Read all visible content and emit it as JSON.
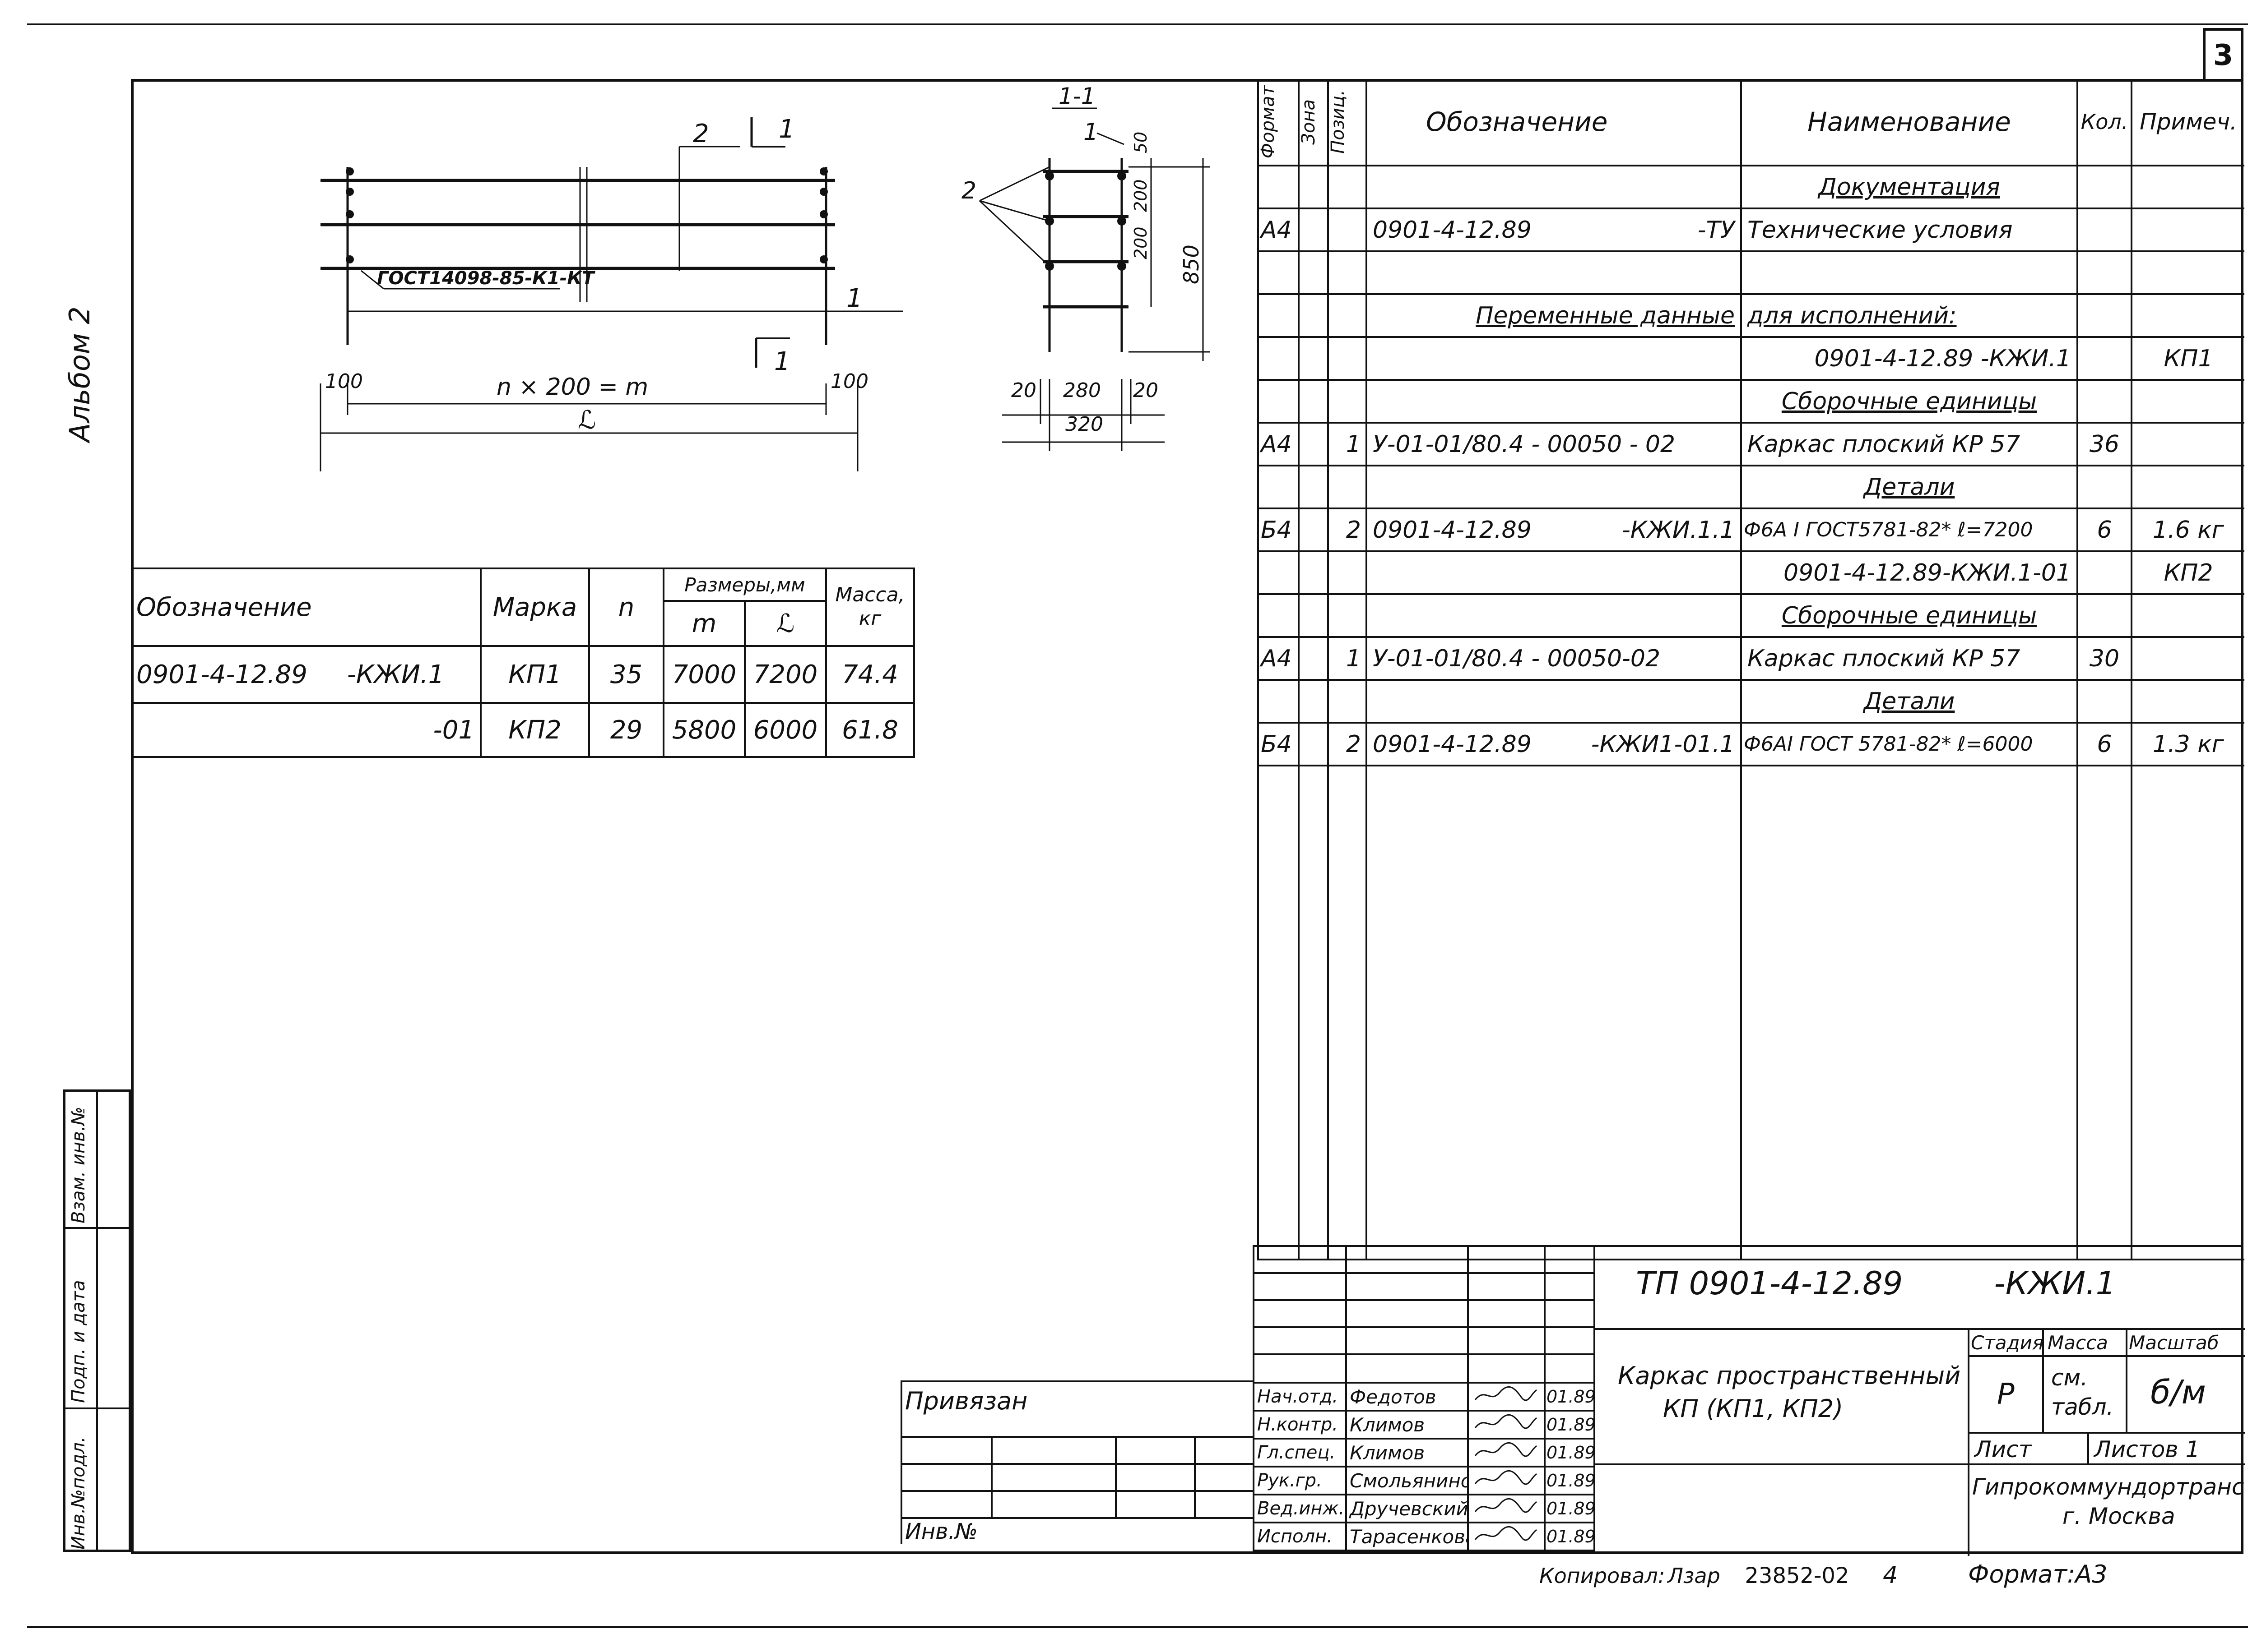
{
  "sheet": {
    "number": "3",
    "album": "Альбом 2",
    "side_stamp": [
      "Инв.№подл.",
      "Подп. и дата",
      "Взам. инв.№"
    ],
    "copy_note": "Копировал:",
    "copy_sign": "Лзар",
    "copy_number": "23852-02",
    "copy_page": "4",
    "format": "Формат:А3"
  },
  "drawing": {
    "gost_label": "ГОСТ14098-85-К1-КТ",
    "pos_2": "2",
    "section_mark": "1",
    "section_title": "1-1",
    "dim_100_left": "100",
    "dim_formula": "n × 200 = m",
    "dim_100_right": "100",
    "dim_L": "ℒ",
    "dim_50": "50",
    "dim_200a": "200",
    "dim_200b": "200",
    "dim_850": "850",
    "dim_20_left": "20",
    "dim_280": "280",
    "dim_20_right": "20",
    "dim_320": "320"
  },
  "marks_table": {
    "headers": {
      "designation": "Обозначение",
      "mark": "Марка",
      "n": "n",
      "sizes": "Размеры,мм",
      "m": "m",
      "L": "ℒ",
      "mass": "Масса, кг"
    },
    "rows": [
      {
        "designation": "0901-4-12.89",
        "suffix": "-КЖИ.1",
        "mark": "КП1",
        "n": "35",
        "m": "7000",
        "L": "7200",
        "mass": "74.4"
      },
      {
        "designation": "",
        "suffix": "-01",
        "mark": "КП2",
        "n": "29",
        "m": "5800",
        "L": "6000",
        "mass": "61.8"
      }
    ]
  },
  "spec_table": {
    "headers": {
      "format": "Формат",
      "zone": "Зона",
      "pos": "Позиц.",
      "designation": "Обозначение",
      "name": "Наименование",
      "qty": "Кол.",
      "note": "Примеч."
    },
    "rows": [
      {
        "kind": "section",
        "name": "Документация"
      },
      {
        "format": "А4",
        "zone": "",
        "pos": "",
        "designation": "0901-4-12.89",
        "des_suffix": "-ТУ",
        "name": "Технические условия",
        "qty": "",
        "note": ""
      },
      {
        "kind": "blank"
      },
      {
        "kind": "wide",
        "designation": "Переменные данные",
        "name": "для исполнений:"
      },
      {
        "format": "",
        "zone": "",
        "pos": "",
        "designation": "",
        "des_suffix": "",
        "name": "0901-4-12.89     -КЖИ.1",
        "qty": "",
        "note": "КП1"
      },
      {
        "kind": "section",
        "name": "Сборочные единицы"
      },
      {
        "format": "А4",
        "zone": "",
        "pos": "1",
        "designation": "У-01-01/80.4 - 00050 - 02",
        "des_suffix": "",
        "name": "Каркас плоский КР 57",
        "qty": "36",
        "note": ""
      },
      {
        "kind": "section",
        "name": "Детали"
      },
      {
        "format": "Б4",
        "zone": "",
        "pos": "2",
        "designation": "0901-4-12.89",
        "des_suffix": "-КЖИ.1.1",
        "name": "Ф6А I ГОСТ5781-82* ℓ=7200",
        "qty": "6",
        "note": "1.6 кг"
      },
      {
        "format": "",
        "zone": "",
        "pos": "",
        "designation": "",
        "des_suffix": "",
        "name": "0901-4-12.89-КЖИ.1-01",
        "qty": "",
        "note": "КП2"
      },
      {
        "kind": "section",
        "name": "Сборочные единицы"
      },
      {
        "format": "А4",
        "zone": "",
        "pos": "1",
        "designation": "У-01-01/80.4 - 00050-02",
        "des_suffix": "",
        "name": "Каркас плоский КР 57",
        "qty": "30",
        "note": ""
      },
      {
        "kind": "section",
        "name": "Детали"
      },
      {
        "format": "Б4",
        "zone": "",
        "pos": "2",
        "designation": "0901-4-12.89",
        "des_suffix": "-КЖИ1-01.1",
        "name": "Ф6АI ГОСТ 5781-82* ℓ=6000",
        "qty": "6",
        "note": "1.3 кг"
      }
    ]
  },
  "title_block": {
    "code": "ТП 0901-4-12.89",
    "code_suffix": "-КЖИ.1",
    "title_line1": "Каркас пространственный",
    "title_line2": "КП (КП1, КП2)",
    "stage_label": "Стадия",
    "mass_label": "Масса",
    "scale_label": "Масштаб",
    "stage": "Р",
    "mass": "см. табл.",
    "scale": "б/м",
    "sheet_label": "Лист",
    "sheets_label": "Листов 1",
    "org_line1": "Гипрокоммундортранс",
    "org_line2": "г. Москва",
    "privyazan": "Привязан",
    "inv_no": "Инв.№",
    "signers": [
      {
        "role": "Нач.отд.",
        "name": "Федотов",
        "date": "01.89"
      },
      {
        "role": "Н.контр.",
        "name": "Климов",
        "date": "01.89"
      },
      {
        "role": "Гл.спец.",
        "name": "Климов",
        "date": "01.89"
      },
      {
        "role": "Рук.гр.",
        "name": "Смольянинова",
        "date": "01.89"
      },
      {
        "role": "Вед.инж.",
        "name": "Дручевский",
        "date": "01.89"
      },
      {
        "role": "Исполн.",
        "name": "Тарасенкова",
        "date": "01.89"
      }
    ]
  }
}
